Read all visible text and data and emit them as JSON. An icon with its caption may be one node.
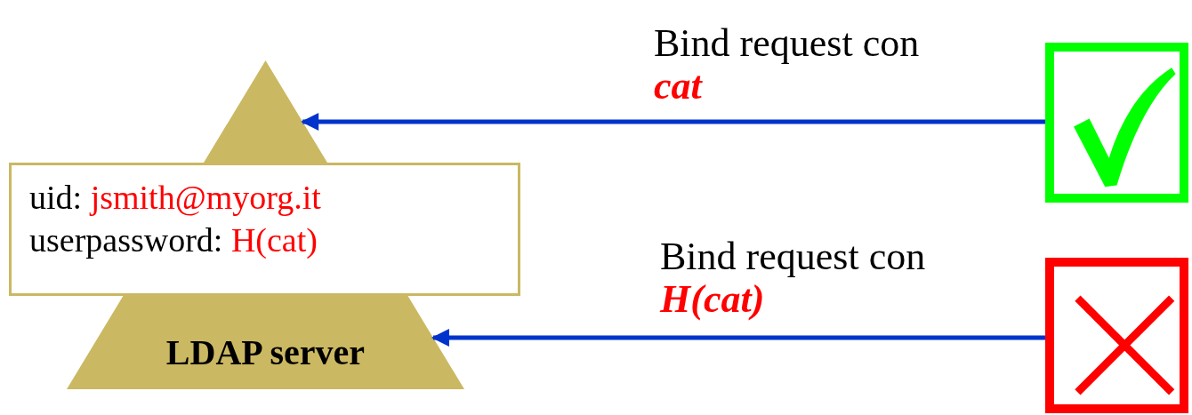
{
  "diagram": {
    "nodes": [
      {
        "text": [
          "LDAP server"
        ]
      },
      {
        "text": [
          "uid: jsmith@myorg.it",
          "userpassword: H(cat)"
        ]
      },
      {
        "text": [],
        "shape": "box"
      },
      {
        "text": [],
        "shape": "box"
      }
    ],
    "edges": [
      {
        "from": 2,
        "to": 0,
        "arrow": "to",
        "label": "Bind request con **cat**"
      },
      {
        "from": 3,
        "to": 0,
        "arrow": "to",
        "label": "Bind request con **H(cat)**"
      }
    ]
  }
}
